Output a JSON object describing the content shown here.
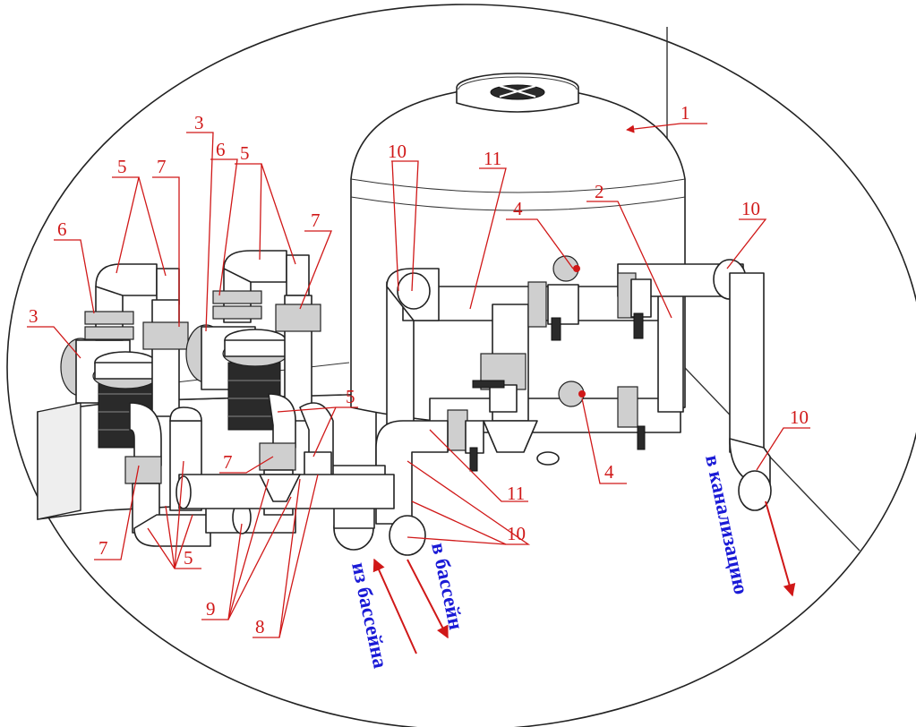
{
  "callouts": {
    "c1": "1",
    "c2": "2",
    "c3a": "3",
    "c3b": "3",
    "c4a": "4",
    "c4b": "4",
    "c5a": "5",
    "c5b": "5",
    "c5c": "5",
    "c5d": "5",
    "c6a": "6",
    "c6b": "6",
    "c7a": "7",
    "c7b": "7",
    "c7c": "7",
    "c7d": "7",
    "c8": "8",
    "c9": "9",
    "c10a": "10",
    "c10b": "10",
    "c10c": "10",
    "c10d": "10",
    "c11a": "11",
    "c11b": "11"
  },
  "flows": {
    "from_pool": "из бассейна",
    "to_pool": "в бассейн",
    "to_sewer": "в канализацию"
  },
  "colors": {
    "callout": "#d01818",
    "flow_text": "#1a1ad6",
    "line": "#222222"
  }
}
